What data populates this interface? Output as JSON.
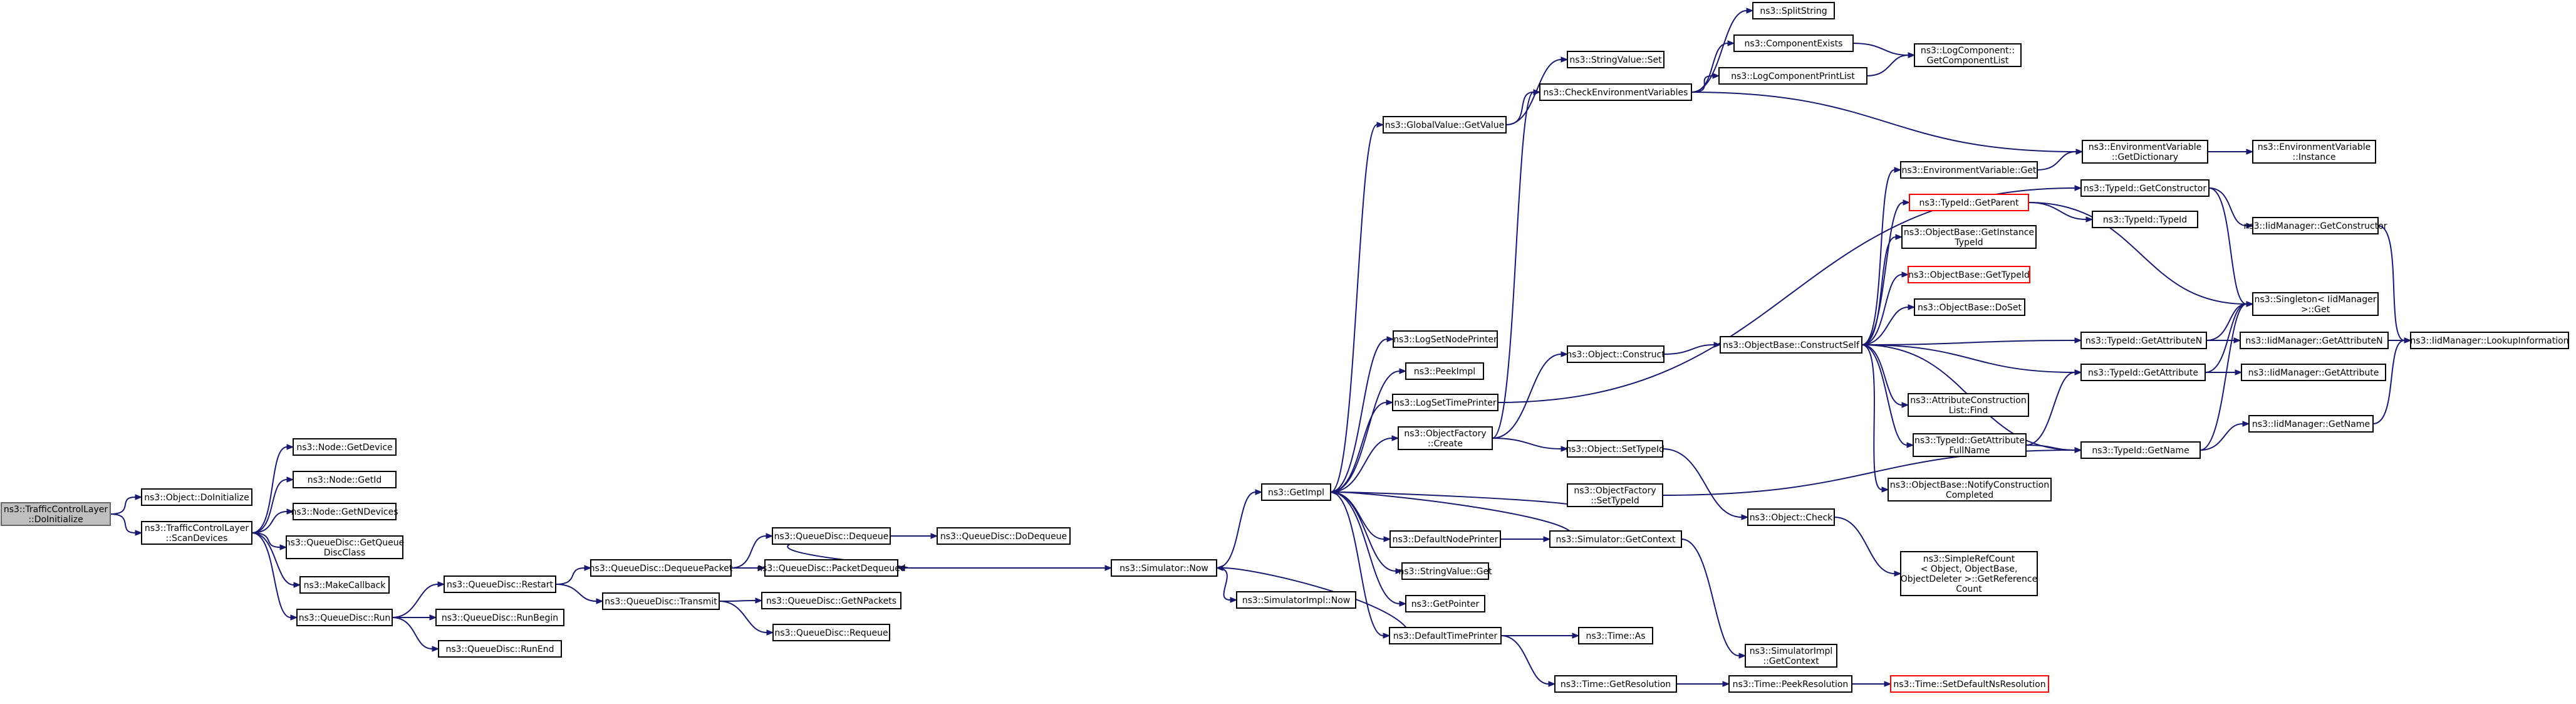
{
  "colors": {
    "edge": "#191970",
    "root_fill": "#bfbfbf",
    "root_border": "#666666",
    "node_border": "#000000",
    "highlight_border": "#ff0000"
  },
  "nodes": [
    {
      "id": "dotcl",
      "lines": [
        "ns3::TrafficControlLayer",
        "::DoInitialize"
      ],
      "style": "root"
    },
    {
      "id": "odi",
      "lines": [
        "ns3::Object::DoInitialize"
      ]
    },
    {
      "id": "scan",
      "lines": [
        "ns3::TrafficControlLayer",
        "::ScanDevices"
      ]
    },
    {
      "id": "ngetdev",
      "lines": [
        "ns3::Node::GetDevice"
      ]
    },
    {
      "id": "ngetid",
      "lines": [
        "ns3::Node::GetId"
      ]
    },
    {
      "id": "ngetn",
      "lines": [
        "ns3::Node::GetNDevices"
      ]
    },
    {
      "id": "gqdc",
      "lines": [
        "ns3::QueueDisc::GetQueue",
        "DiscClass"
      ]
    },
    {
      "id": "mkcb",
      "lines": [
        "ns3::MakeCallback"
      ]
    },
    {
      "id": "qdrun",
      "lines": [
        "ns3::QueueDisc::Run"
      ]
    },
    {
      "id": "qdrestart",
      "lines": [
        "ns3::QueueDisc::Restart"
      ]
    },
    {
      "id": "qdrunbegin",
      "lines": [
        "ns3::QueueDisc::RunBegin"
      ]
    },
    {
      "id": "qdrunend",
      "lines": [
        "ns3::QueueDisc::RunEnd"
      ]
    },
    {
      "id": "qddeqpkt",
      "lines": [
        "ns3::QueueDisc::DequeuePacket"
      ]
    },
    {
      "id": "qdtransmit",
      "lines": [
        "ns3::QueueDisc::Transmit"
      ]
    },
    {
      "id": "qddequeue",
      "lines": [
        "ns3::QueueDisc::Dequeue"
      ]
    },
    {
      "id": "qdpktdeq",
      "lines": [
        "ns3::QueueDisc::PacketDequeued"
      ]
    },
    {
      "id": "qdgetnp",
      "lines": [
        "ns3::QueueDisc::GetNPackets"
      ]
    },
    {
      "id": "qdrequeue",
      "lines": [
        "ns3::QueueDisc::Requeue"
      ]
    },
    {
      "id": "qddodeq",
      "lines": [
        "ns3::QueueDisc::DoDequeue"
      ]
    },
    {
      "id": "simnow",
      "lines": [
        "ns3::Simulator::Now"
      ]
    },
    {
      "id": "simimplnow",
      "lines": [
        "ns3::SimulatorImpl::Now"
      ]
    },
    {
      "id": "getimpl",
      "lines": [
        "ns3::GetImpl"
      ]
    },
    {
      "id": "gvget",
      "lines": [
        "ns3::GlobalValue::GetValue"
      ]
    },
    {
      "id": "logsetnp",
      "lines": [
        "ns3::LogSetNodePrinter"
      ]
    },
    {
      "id": "peekimpl",
      "lines": [
        "ns3::PeekImpl"
      ]
    },
    {
      "id": "logsettp",
      "lines": [
        "ns3::LogSetTimePrinter"
      ]
    },
    {
      "id": "ofcreate",
      "lines": [
        "ns3::ObjectFactory",
        "::Create"
      ]
    },
    {
      "id": "ofsettid",
      "lines": [
        "ns3::ObjectFactory",
        "::SetTypeId"
      ]
    },
    {
      "id": "defnp",
      "lines": [
        "ns3::DefaultNodePrinter"
      ]
    },
    {
      "id": "svget",
      "lines": [
        "ns3::StringValue::Get"
      ]
    },
    {
      "id": "getptr",
      "lines": [
        "ns3::GetPointer"
      ]
    },
    {
      "id": "deftp",
      "lines": [
        "ns3::DefaultTimePrinter"
      ]
    },
    {
      "id": "svset",
      "lines": [
        "ns3::StringValue::Set"
      ]
    },
    {
      "id": "cev",
      "lines": [
        "ns3::CheckEnvironmentVariables"
      ]
    },
    {
      "id": "oconstruct",
      "lines": [
        "ns3::Object::Construct"
      ]
    },
    {
      "id": "osettid",
      "lines": [
        "ns3::Object::SetTypeId"
      ]
    },
    {
      "id": "simgetctx",
      "lines": [
        "ns3::Simulator::GetContext"
      ]
    },
    {
      "id": "timeas",
      "lines": [
        "ns3::Time::As"
      ]
    },
    {
      "id": "timegetres",
      "lines": [
        "ns3::Time::GetResolution"
      ]
    },
    {
      "id": "split",
      "lines": [
        "ns3::SplitString"
      ]
    },
    {
      "id": "compexists",
      "lines": [
        "ns3::ComponentExists"
      ]
    },
    {
      "id": "lcpl",
      "lines": [
        "ns3::LogComponentPrintList"
      ]
    },
    {
      "id": "lcgcl",
      "lines": [
        "ns3::LogComponent::",
        "GetComponentList"
      ]
    },
    {
      "id": "obcs",
      "lines": [
        "ns3::ObjectBase::ConstructSelf"
      ]
    },
    {
      "id": "ocheck",
      "lines": [
        "ns3::Object::Check"
      ]
    },
    {
      "id": "srcgr",
      "lines": [
        "ns3::SimpleRefCount",
        "< Object, ObjectBase,",
        "ObjectDeleter >::GetReference",
        "Count"
      ]
    },
    {
      "id": "simimplctx",
      "lines": [
        "ns3::SimulatorImpl",
        "::GetContext"
      ]
    },
    {
      "id": "timepeek",
      "lines": [
        "ns3::Time::PeekResolution"
      ]
    },
    {
      "id": "timesetdef",
      "lines": [
        "ns3::Time::SetDefaultNsResolution"
      ],
      "style": "red"
    },
    {
      "id": "envget",
      "lines": [
        "ns3::EnvironmentVariable::Get"
      ]
    },
    {
      "id": "tidgetparent",
      "lines": [
        "ns3::TypeId::GetParent"
      ],
      "style": "red"
    },
    {
      "id": "obgit",
      "lines": [
        "ns3::ObjectBase::GetInstance",
        "TypeId"
      ]
    },
    {
      "id": "obgtid",
      "lines": [
        "ns3::ObjectBase::GetTypeId"
      ],
      "style": "red"
    },
    {
      "id": "obdoset",
      "lines": [
        "ns3::ObjectBase::DoSet"
      ]
    },
    {
      "id": "acllfind",
      "lines": [
        "ns3::AttributeConstruction",
        "List::Find"
      ]
    },
    {
      "id": "tidgafn",
      "lines": [
        "ns3::TypeId::GetAttribute",
        "FullName"
      ]
    },
    {
      "id": "obnotify",
      "lines": [
        "ns3::ObjectBase::NotifyConstruction",
        "Completed"
      ]
    },
    {
      "id": "envgetdict",
      "lines": [
        "ns3::EnvironmentVariable",
        "::GetDictionary"
      ]
    },
    {
      "id": "envinst",
      "lines": [
        "ns3::EnvironmentVariable",
        "::Instance"
      ]
    },
    {
      "id": "tidgetctor",
      "lines": [
        "ns3::TypeId::GetConstructor"
      ]
    },
    {
      "id": "tidtid",
      "lines": [
        "ns3::TypeId::TypeId"
      ]
    },
    {
      "id": "iidgetctor",
      "lines": [
        "ns3::IidManager::GetConstructor"
      ]
    },
    {
      "id": "singleton",
      "lines": [
        "ns3::Singleton< IidManager",
        " >::Get"
      ]
    },
    {
      "id": "tidgetattrn",
      "lines": [
        "ns3::TypeId::GetAttributeN"
      ]
    },
    {
      "id": "iidgetattrn",
      "lines": [
        "ns3::IidManager::GetAttributeN"
      ]
    },
    {
      "id": "tidgetattr",
      "lines": [
        "ns3::TypeId::GetAttribute"
      ]
    },
    {
      "id": "iidgetattr",
      "lines": [
        "ns3::IidManager::GetAttribute"
      ]
    },
    {
      "id": "tidgetname",
      "lines": [
        "ns3::TypeId::GetName"
      ]
    },
    {
      "id": "iidgetname",
      "lines": [
        "ns3::IidManager::GetName"
      ]
    },
    {
      "id": "iidlookup",
      "lines": [
        "ns3::IidManager::LookupInformation"
      ]
    }
  ],
  "edges": [
    [
      "dotcl",
      "odi"
    ],
    [
      "dotcl",
      "scan"
    ],
    [
      "scan",
      "ngetdev"
    ],
    [
      "scan",
      "ngetid"
    ],
    [
      "scan",
      "ngetn"
    ],
    [
      "scan",
      "gqdc"
    ],
    [
      "scan",
      "mkcb"
    ],
    [
      "scan",
      "qdrun"
    ],
    [
      "qdrun",
      "qdrestart"
    ],
    [
      "qdrun",
      "qdrunbegin"
    ],
    [
      "qdrun",
      "qdrunend"
    ],
    [
      "qdrestart",
      "qddeqpkt"
    ],
    [
      "qdrestart",
      "qdtransmit"
    ],
    [
      "qddeqpkt",
      "qddequeue"
    ],
    [
      "qddeqpkt",
      "qdpktdeq"
    ],
    [
      "qddequeue",
      "qddodeq"
    ],
    [
      "qddequeue",
      "qdpktdeq"
    ],
    [
      "qdtransmit",
      "qdgetnp"
    ],
    [
      "qdtransmit",
      "qdrequeue"
    ],
    [
      "qdpktdeq",
      "simnow"
    ],
    [
      "simnow",
      "getimpl"
    ],
    [
      "simnow",
      "simimplnow"
    ],
    [
      "getimpl",
      "gvget"
    ],
    [
      "getimpl",
      "logsetnp"
    ],
    [
      "getimpl",
      "peekimpl"
    ],
    [
      "getimpl",
      "logsettp"
    ],
    [
      "getimpl",
      "ofcreate"
    ],
    [
      "getimpl",
      "defnp"
    ],
    [
      "getimpl",
      "svget"
    ],
    [
      "getimpl",
      "getptr"
    ],
    [
      "getimpl",
      "deftp"
    ],
    [
      "gvget",
      "svset"
    ],
    [
      "gvget",
      "cev"
    ],
    [
      "logsettp",
      "tidgetctor"
    ],
    [
      "ofcreate",
      "cev"
    ],
    [
      "ofcreate",
      "oconstruct"
    ],
    [
      "ofcreate",
      "osettid"
    ],
    [
      "ofsettid",
      "getimpl"
    ],
    [
      "ofsettid",
      "tidgetname"
    ],
    [
      "defnp",
      "simgetctx"
    ],
    [
      "simgetctx",
      "getimpl"
    ],
    [
      "simgetctx",
      "simimplctx"
    ],
    [
      "deftp",
      "simnow"
    ],
    [
      "deftp",
      "timeas"
    ],
    [
      "deftp",
      "timegetres"
    ],
    [
      "timegetres",
      "timepeek"
    ],
    [
      "timepeek",
      "timesetdef"
    ],
    [
      "cev",
      "split"
    ],
    [
      "cev",
      "compexists"
    ],
    [
      "cev",
      "lcpl"
    ],
    [
      "cev",
      "envgetdict"
    ],
    [
      "compexists",
      "lcgcl"
    ],
    [
      "lcpl",
      "lcgcl"
    ],
    [
      "oconstruct",
      "obcs"
    ],
    [
      "osettid",
      "ocheck"
    ],
    [
      "ocheck",
      "srcgr"
    ],
    [
      "obcs",
      "envget"
    ],
    [
      "obcs",
      "tidgetparent"
    ],
    [
      "obcs",
      "obgit"
    ],
    [
      "obcs",
      "obgtid"
    ],
    [
      "obcs",
      "obdoset"
    ],
    [
      "obcs",
      "tidgetattrn"
    ],
    [
      "obcs",
      "tidgetattr"
    ],
    [
      "obcs",
      "acllfind"
    ],
    [
      "obcs",
      "tidgafn"
    ],
    [
      "obcs",
      "obnotify"
    ],
    [
      "obcs",
      "tidgetname"
    ],
    [
      "envget",
      "envgetdict"
    ],
    [
      "envgetdict",
      "envinst"
    ],
    [
      "tidgetparent",
      "tidtid"
    ],
    [
      "tidgetparent",
      "singleton"
    ],
    [
      "tidgetctor",
      "iidgetctor"
    ],
    [
      "tidgetctor",
      "singleton"
    ],
    [
      "iidgetctor",
      "iidlookup"
    ],
    [
      "tidgetattrn",
      "singleton"
    ],
    [
      "tidgetattrn",
      "iidgetattrn"
    ],
    [
      "iidgetattrn",
      "iidlookup"
    ],
    [
      "tidgetattr",
      "singleton"
    ],
    [
      "tidgetattr",
      "iidgetattr"
    ],
    [
      "tidgafn",
      "tidgetattr"
    ],
    [
      "tidgafn",
      "tidgetname"
    ],
    [
      "tidgetname",
      "singleton"
    ],
    [
      "tidgetname",
      "iidgetname"
    ],
    [
      "iidgetname",
      "iidlookup"
    ]
  ]
}
